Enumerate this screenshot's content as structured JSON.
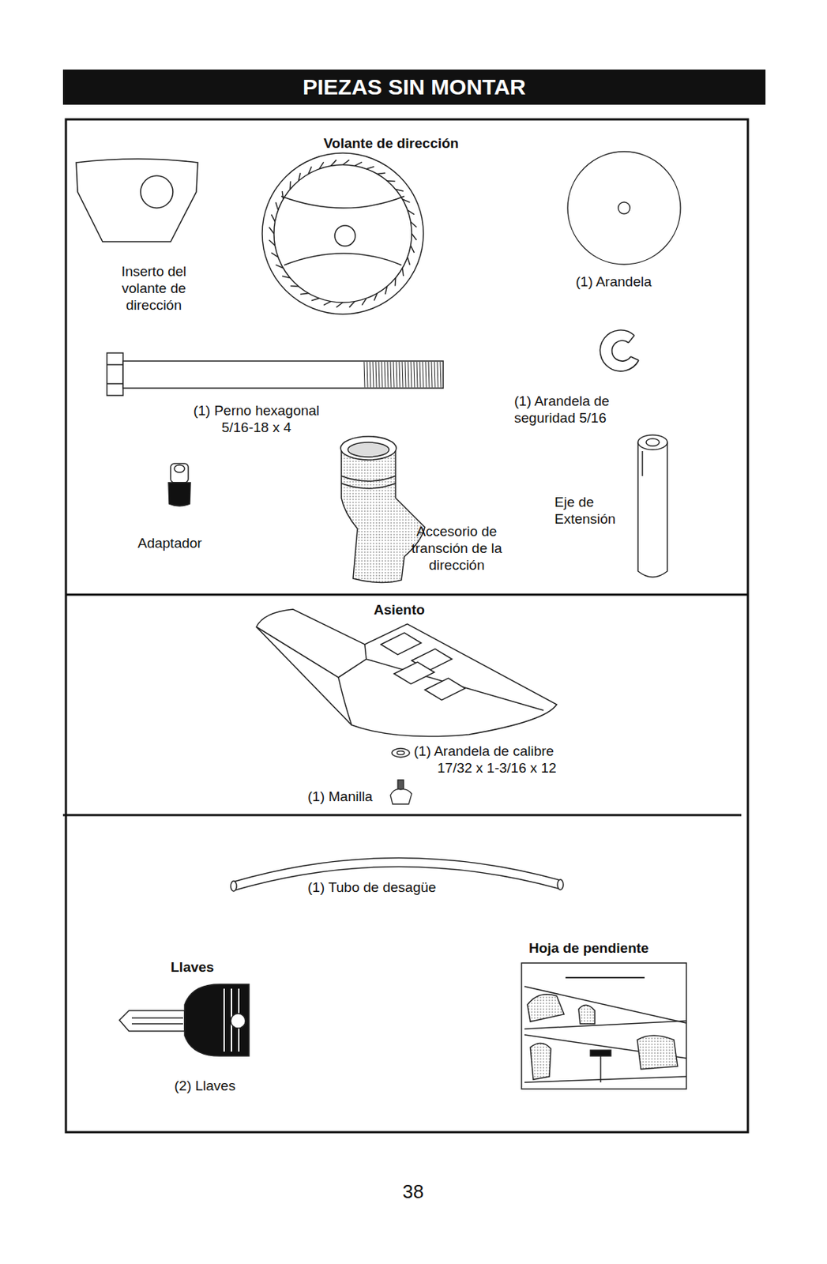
{
  "diagram": {
    "title": "PIEZAS SIN MONTAR",
    "labels": [
      "Volante de dirección",
      "Inserto del volante de dirección",
      "(1) Arandela",
      "(1) Perno hexagonal 5/16-18 x 4",
      "(1) Arandela de seguridad 5/16",
      "Adaptador",
      "Accesorio de transción de la dirección",
      "Eje de Extensión",
      "Asiento",
      "(1) Arandela de calibre 17/32 x 1-3/16 x 12",
      "(1) Manilla",
      "(1) Tubo de desagüe",
      "Hoja de pendiente",
      "Llaves",
      "(2) Llaves",
      "38"
    ]
  }
}
